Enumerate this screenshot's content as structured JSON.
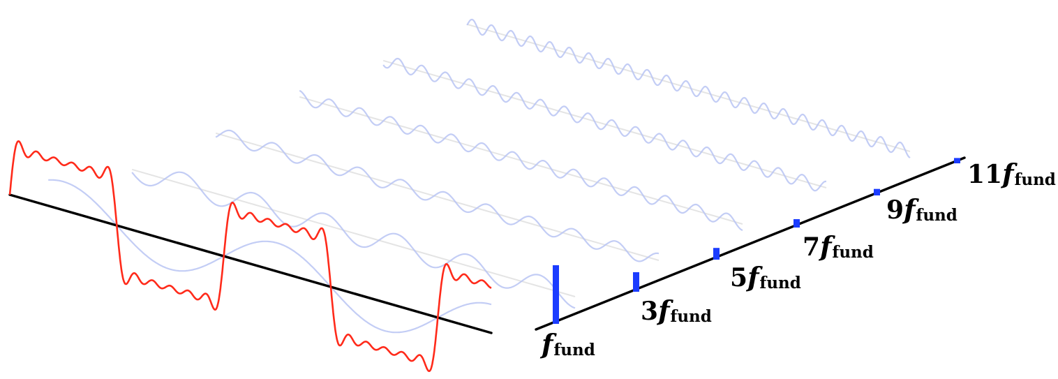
{
  "diagram": {
    "type": "fourier-square-wave-decomposition",
    "colors": {
      "square_wave": "#ff2a1a",
      "time_axis": "#000000",
      "frequency_axis": "#000000",
      "harmonic_waves": "#b9c4f3",
      "guide_lines": "#e4e4e4",
      "spectrum_bars": "#1b3cff"
    },
    "harmonics": [
      {
        "coefficient": "",
        "symbol": "f",
        "subscript": "fund",
        "amplitude": 1.0
      },
      {
        "coefficient": "3",
        "symbol": "f",
        "subscript": "fund",
        "amplitude": 0.3333
      },
      {
        "coefficient": "5",
        "symbol": "f",
        "subscript": "fund",
        "amplitude": 0.2
      },
      {
        "coefficient": "7",
        "symbol": "f",
        "subscript": "fund",
        "amplitude": 0.1429
      },
      {
        "coefficient": "9",
        "symbol": "f",
        "subscript": "fund",
        "amplitude": 0.1111
      },
      {
        "coefficient": "11",
        "symbol": "f",
        "subscript": "fund",
        "amplitude": 0.0909
      }
    ]
  }
}
